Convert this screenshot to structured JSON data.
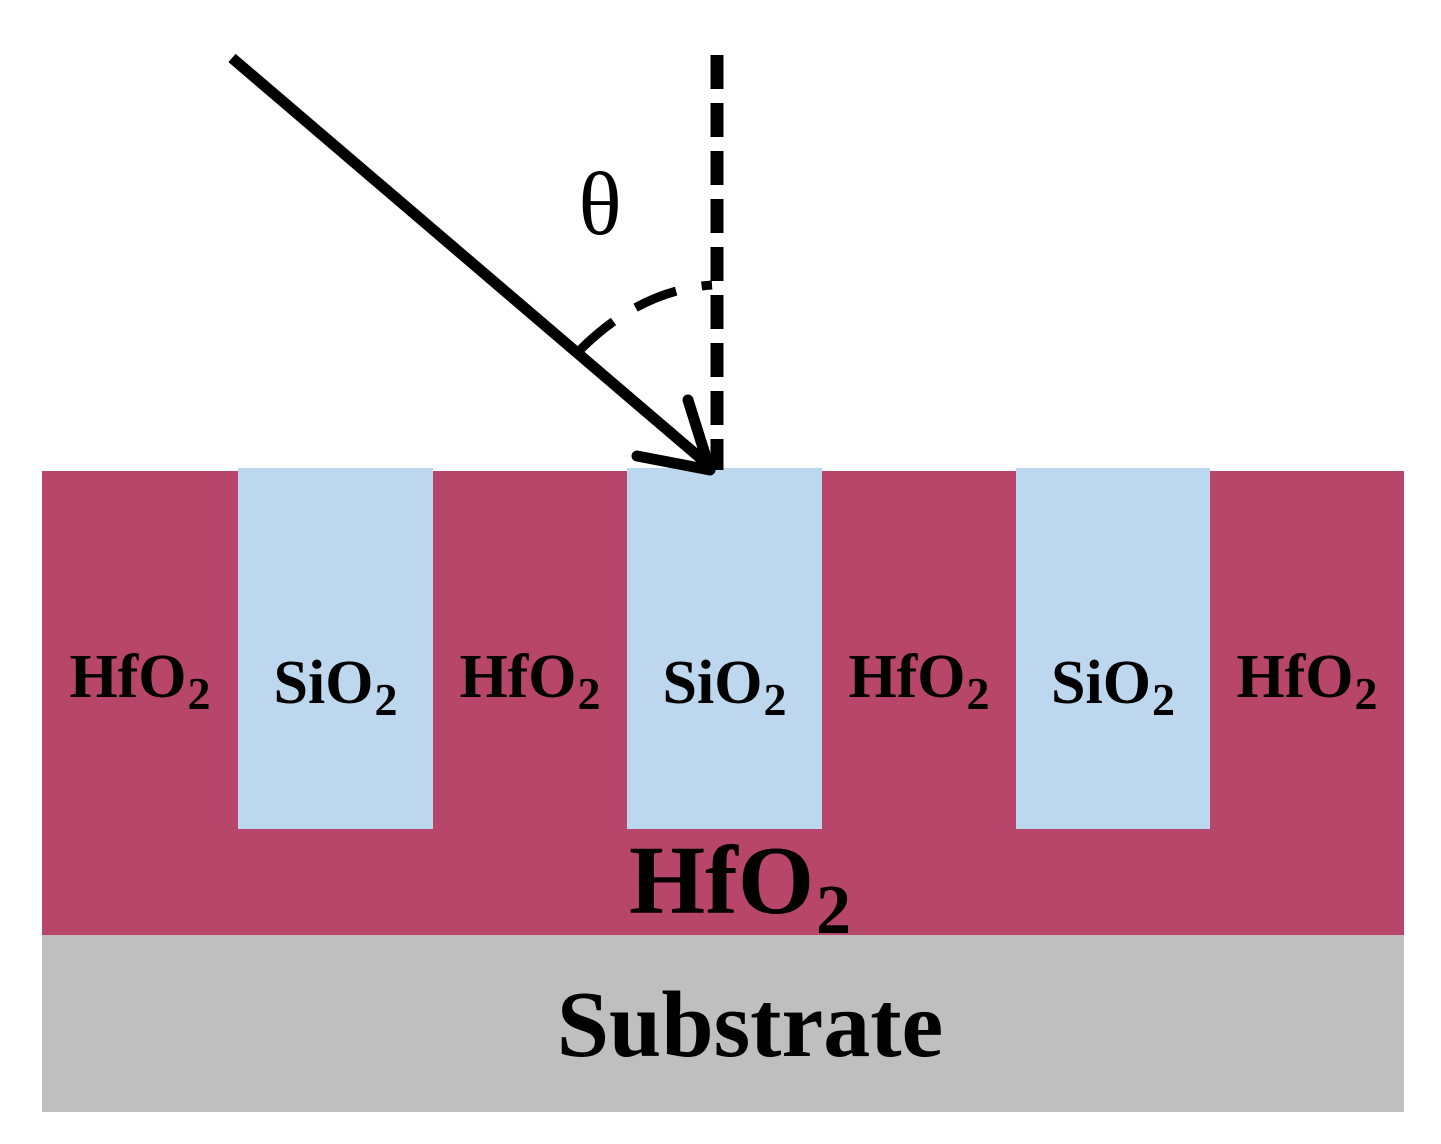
{
  "colors": {
    "hfo2": "#B8466A",
    "sio2": "#BDD7EE",
    "substrate": "#BFBFBF",
    "ink": "#000000",
    "background": "#FFFFFF"
  },
  "angle": {
    "symbol": "θ"
  },
  "grating": {
    "columns": [
      {
        "material": "hfo2",
        "base": "HfO",
        "subscript": "2"
      },
      {
        "material": "sio2",
        "base": "SiO",
        "subscript": "2"
      },
      {
        "material": "hfo2",
        "base": "HfO",
        "subscript": "2"
      },
      {
        "material": "sio2",
        "base": "SiO",
        "subscript": "2"
      },
      {
        "material": "hfo2",
        "base": "HfO",
        "subscript": "2"
      },
      {
        "material": "sio2",
        "base": "SiO",
        "subscript": "2"
      },
      {
        "material": "hfo2",
        "base": "HfO",
        "subscript": "2"
      }
    ]
  },
  "base_layer": {
    "material": "hfo2",
    "base": "HfO",
    "subscript": "2"
  },
  "substrate": {
    "label": "Substrate"
  },
  "icons": {
    "incident_ray": "incident-ray-arrow-icon",
    "normal_line": "surface-normal-dashed-line-icon",
    "angle_arc": "angle-arc-icon"
  }
}
